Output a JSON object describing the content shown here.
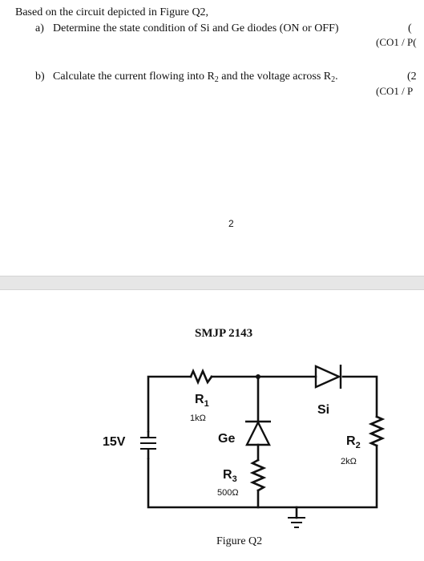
{
  "question": {
    "intro": "Based on the circuit depicted in Figure Q2,",
    "part_a": {
      "label": "a)",
      "text": "Determine the state condition of Si and Ge diodes (ON or OFF)",
      "paren": "(",
      "co": "(CO1 / P("
    },
    "part_b": {
      "label": "b)",
      "text_main": "Calculate the current flowing into R",
      "text_sub": "2",
      "text_tail": " and the voltage across R",
      "text_sub2": "2",
      "text_end": ".",
      "paren": "(2",
      "co": "(CO1 / P"
    }
  },
  "page_number": "2",
  "header": {
    "course_code": "SMJP 2143"
  },
  "circuit": {
    "source_label": "15V",
    "r1": {
      "name": "R",
      "sub": "1",
      "value": "1kΩ"
    },
    "r2": {
      "name": "R",
      "sub": "2",
      "value": "2kΩ"
    },
    "r3": {
      "name": "R",
      "sub": "3",
      "value": "500Ω"
    },
    "ge_label": "Ge",
    "si_label": "Si"
  },
  "caption": "Figure Q2"
}
